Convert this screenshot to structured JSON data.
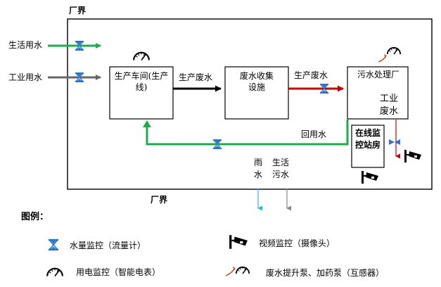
{
  "diagram": {
    "factory_boundary_top": "厂界",
    "factory_boundary_bottom": "厂界",
    "inputs": {
      "domestic_water": "生活用水",
      "industrial_water": "工业用水"
    },
    "nodes": {
      "production": "生产车间(生产线)",
      "collection": "废水收集设施",
      "treatment": "污水处理厂",
      "treatment_sub": "工业废水",
      "monitor_room": "在线监控站房"
    },
    "flows": {
      "prod_wastewater_1": "生产废水",
      "prod_wastewater_2": "生产废水",
      "reuse_water": "回用水",
      "rain_water": "雨水",
      "domestic_sewage": "生活污水"
    }
  },
  "legend": {
    "title": "图例：",
    "water_meter": "水量监控（流量计）",
    "video": "视频监控（摄像头）",
    "power": "用电监控（智能电表）",
    "pump": "废水提升泵、加药泵（互感器）"
  },
  "colors": {
    "green": "#1faa4b",
    "gray": "#666666",
    "red": "#c00000",
    "cyan": "#2bb7e6",
    "meter_blue": "#2e74c8",
    "pump_brown": "#a0522d"
  }
}
